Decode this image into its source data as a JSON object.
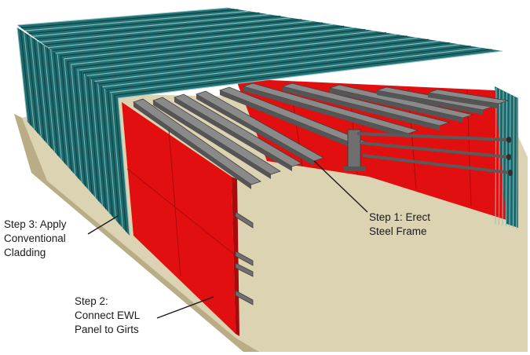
{
  "callouts": {
    "step1": {
      "lines": [
        "Step 1: Erect",
        "Steel Frame"
      ]
    },
    "step2": {
      "lines": [
        "Step 2:",
        "Connect EWL",
        "Panel to Girts"
      ]
    },
    "step3": {
      "lines": [
        "Step 3: Apply",
        "Conventional",
        "Cladding"
      ]
    }
  },
  "colors": {
    "background": "#ffffff",
    "ground": "#dcd3b2",
    "ground_edge": "#b9ad86",
    "roof_teal": "#1f6f73",
    "roof_dark": "#0f3b3e",
    "wall_teal": "#1c6a6d",
    "panel_red": "#e10f0f",
    "panel_red_dark": "#a80b0b",
    "steel": "#6f6f6f",
    "steel_dark": "#3f3f3f",
    "leader": "#1a1a1a"
  }
}
